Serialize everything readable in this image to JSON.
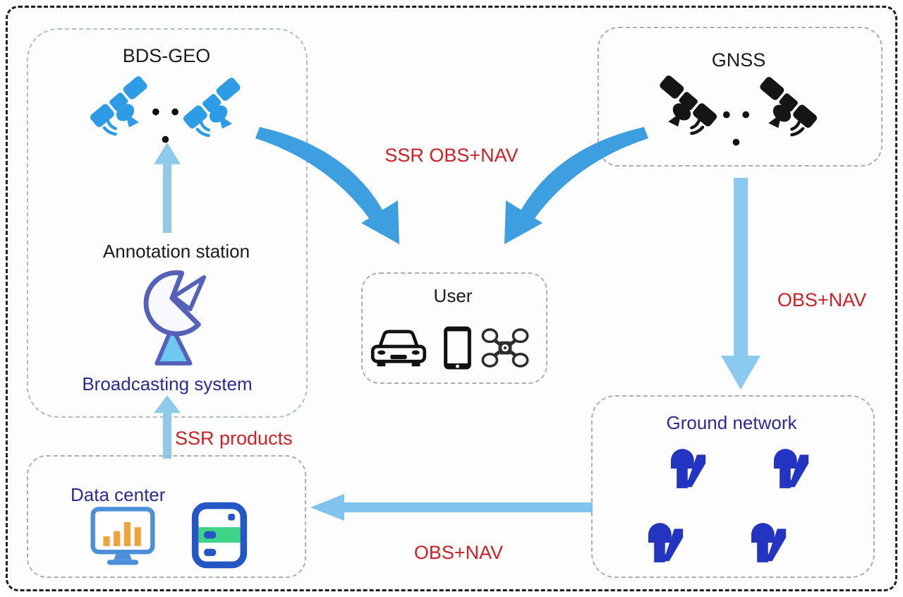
{
  "boxes": {
    "bds_geo": {
      "title": "BDS-GEO",
      "dots": "• • •"
    },
    "annotation_station": {
      "label": "Annotation station"
    },
    "broadcasting_system": {
      "label": "Broadcasting system"
    },
    "gnss": {
      "title": "GNSS",
      "dots": "• • •"
    },
    "user": {
      "title": "User"
    },
    "ground_network": {
      "title": "Ground network"
    },
    "data_center": {
      "title": "Data center"
    }
  },
  "flow_labels": {
    "ssr_obs_nav": "SSR OBS+NAV",
    "obs_nav_right": "OBS+NAV",
    "ssr_products": "SSR products",
    "obs_nav_bottom": "OBS+NAV"
  },
  "icons": [
    "bds-satellite-icon",
    "gnss-satellite-icon",
    "dish-antenna-icon",
    "car-icon",
    "tablet-icon",
    "drone-icon",
    "monitor-chart-icon",
    "server-icon",
    "ground-station-icon",
    "up-arrow",
    "down-arrow",
    "left-arrow",
    "curved-arrow"
  ],
  "colors": {
    "satellite_blue": "#2E9BE6",
    "satellite_black": "#151515",
    "curved_arrow_blue": "#3D9FE0",
    "straight_arrow_blue": "#8CC9EE",
    "label_red": "#CB2127",
    "label_navy": "#2A2D8F",
    "ground_station_blue": "#2335C0",
    "server_blue": "#2457C5",
    "server_green": "#3ED488",
    "monitor_blue": "#4A8FD8",
    "bar_orange": "#F0A23C",
    "dish_outline_indigo": "#5560B8",
    "dish_base_blue": "#6EC9F0"
  }
}
